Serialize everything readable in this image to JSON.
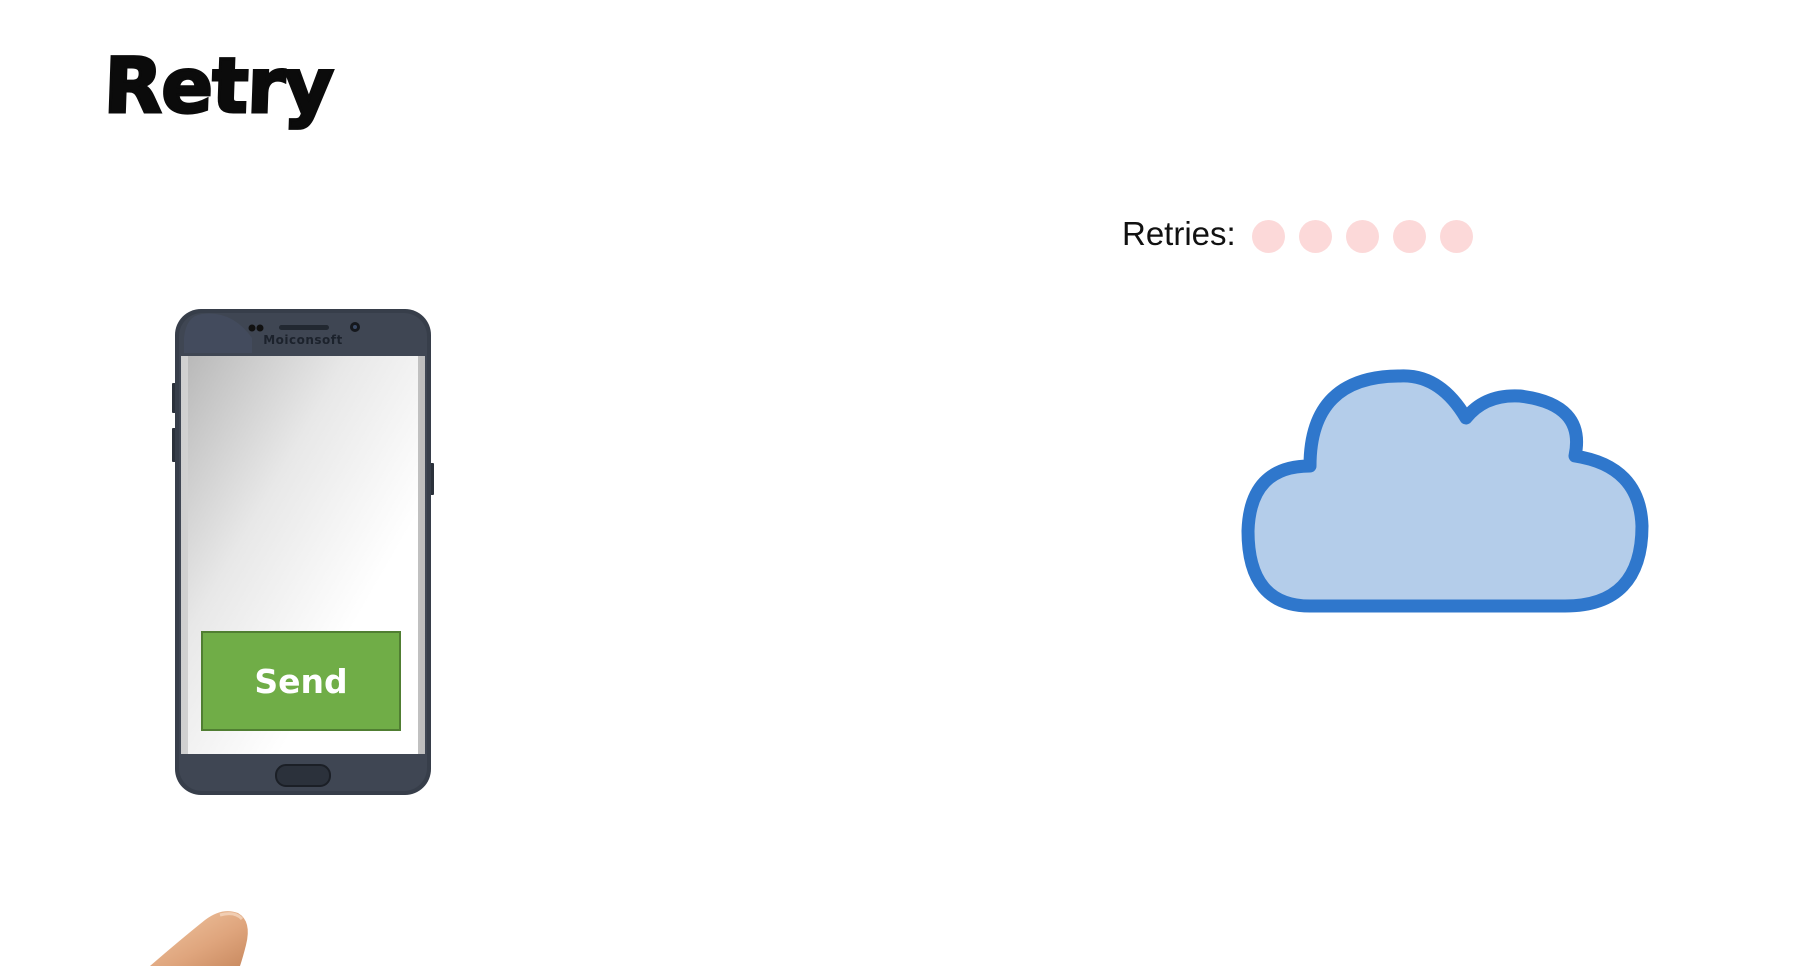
{
  "title": "Retry",
  "retries": {
    "label": "Retries:",
    "dots": [
      {
        "state": "empty"
      },
      {
        "state": "empty"
      },
      {
        "state": "empty"
      },
      {
        "state": "empty"
      },
      {
        "state": "empty"
      }
    ],
    "dot_color": "#fcd9d9"
  },
  "phone": {
    "brand": "Moiconsoft",
    "send_label": "Send",
    "button_color": "#70ad47"
  },
  "cloud": {
    "fill": "#b4cdea",
    "stroke": "#2f77cc"
  }
}
